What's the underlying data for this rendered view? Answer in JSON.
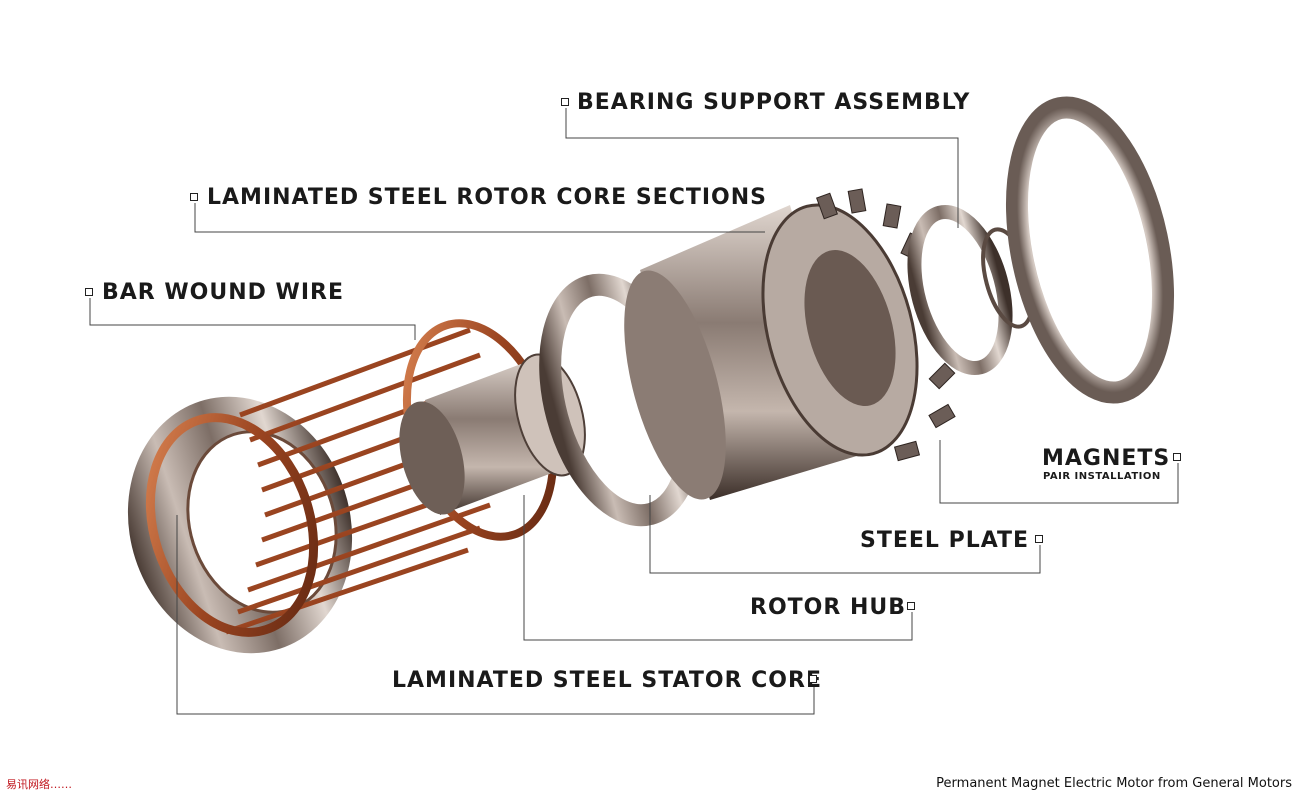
{
  "labels": {
    "bearing_support_assembly": "BEARING SUPPORT ASSEMBLY",
    "rotor_core_sections": "LAMINATED STEEL ROTOR CORE SECTIONS",
    "bar_wound_wire": "BAR WOUND WIRE",
    "magnets": "MAGNETS",
    "magnets_sub": "PAIR INSTALLATION",
    "steel_plate": "STEEL PLATE",
    "rotor_hub": "ROTOR HUB",
    "stator_core": "LAMINATED STEEL STATOR CORE"
  },
  "footer": {
    "left": "易讯网络……",
    "right": "Permanent Magnet Electric Motor from General Motors"
  },
  "colors": {
    "copper": "#b4572c",
    "steel": "#8a7e78",
    "line": "#444444"
  }
}
